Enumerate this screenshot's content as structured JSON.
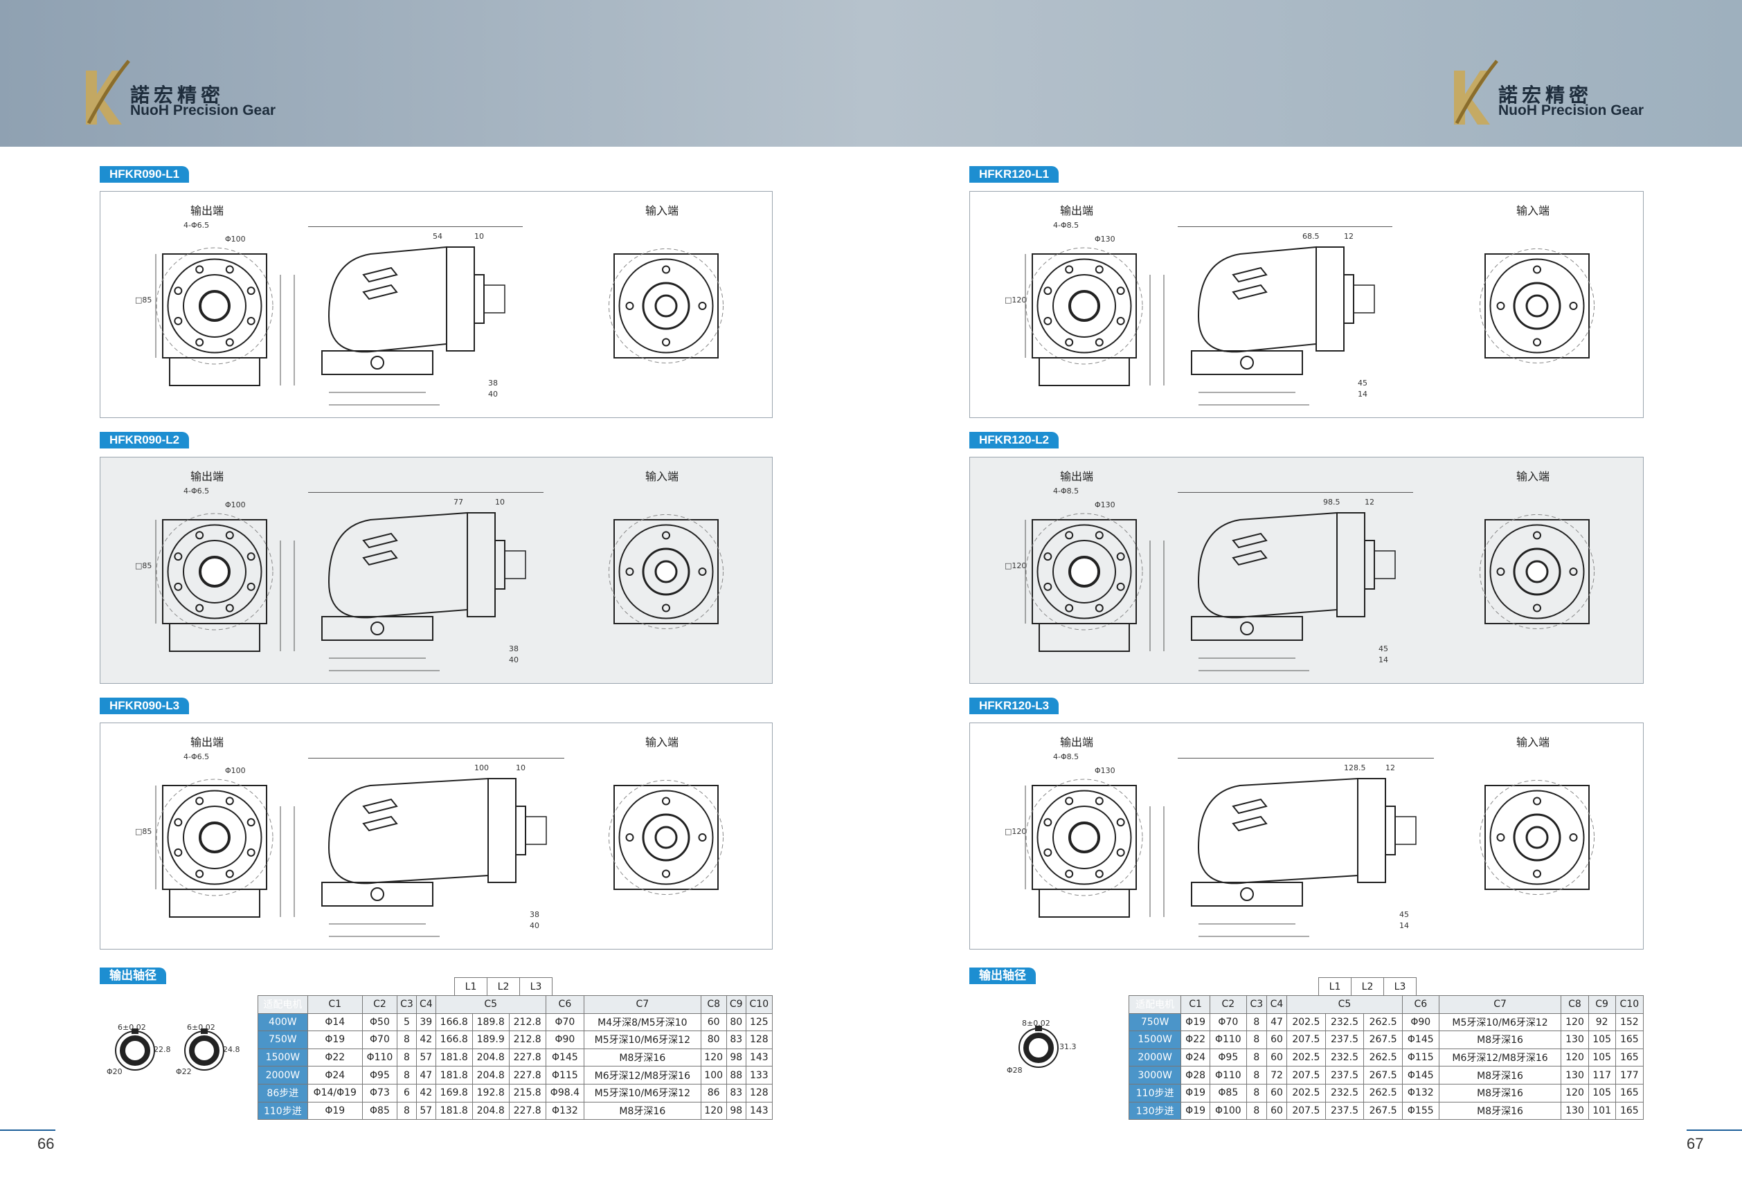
{
  "brand": {
    "name_cn": "諾宏精密",
    "name_en": "NuoH Precision Gear"
  },
  "colors": {
    "header_band": "#a9b6c2",
    "tag_blue": "#1d8ed1",
    "motor_cell": "#4b95c9"
  },
  "left_page": {
    "page_number": "66",
    "sections": [
      {
        "tag": "HFKR090-L1",
        "out_label": "输出端",
        "in_label": "输入端",
        "dims": {
          "holes": "4-Φ6.5",
          "pcd": "Φ100",
          "square": "□85",
          "len2": "54",
          "len3": "10",
          "len_a": "38",
          "len_b": "40"
        }
      },
      {
        "tag": "HFKR090-L2",
        "out_label": "输出端",
        "in_label": "输入端",
        "dims": {
          "holes": "4-Φ6.5",
          "pcd": "Φ100",
          "square": "□85",
          "len2": "77",
          "len3": "10",
          "len_a": "38",
          "len_b": "40"
        }
      },
      {
        "tag": "HFKR090-L3",
        "out_label": "输出端",
        "in_label": "输入端",
        "dims": {
          "holes": "4-Φ6.5",
          "pcd": "Φ100",
          "square": "□85",
          "len2": "100",
          "len3": "10",
          "len_a": "38",
          "len_b": "40"
        }
      }
    ],
    "shaft_tag": "输出轴径",
    "shaft_dims": {
      "key_a": "6±0.02",
      "key_b": "6±0.02",
      "h_a": "22.8",
      "h_b": "24.8",
      "d_a": "Φ20",
      "d_b": "Φ22"
    },
    "l_headers": [
      "L1",
      "L2",
      "L3"
    ],
    "table": {
      "headers": [
        "适配电机",
        "C1",
        "C2",
        "C3",
        "C4",
        "C5",
        "C6",
        "C7",
        "C8",
        "C9",
        "C10"
      ],
      "rows": [
        [
          "400W",
          "Φ14",
          "Φ50",
          "5",
          "39",
          "166.8",
          "189.8",
          "212.8",
          "Φ70",
          "M4牙深8/M5牙深10",
          "60",
          "80",
          "125"
        ],
        [
          "750W",
          "Φ19",
          "Φ70",
          "8",
          "42",
          "166.8",
          "189.9",
          "212.8",
          "Φ90",
          "M5牙深10/M6牙深12",
          "80",
          "83",
          "128"
        ],
        [
          "1500W",
          "Φ22",
          "Φ110",
          "8",
          "57",
          "181.8",
          "204.8",
          "227.8",
          "Φ145",
          "M8牙深16",
          "120",
          "98",
          "143"
        ],
        [
          "2000W",
          "Φ24",
          "Φ95",
          "8",
          "47",
          "181.8",
          "204.8",
          "227.8",
          "Φ115",
          "M6牙深12/M8牙深16",
          "100",
          "88",
          "133"
        ],
        [
          "86步进",
          "Φ14/Φ19",
          "Φ73",
          "6",
          "42",
          "169.8",
          "192.8",
          "215.8",
          "Φ98.4",
          "M5牙深10/M6牙深12",
          "86",
          "83",
          "128"
        ],
        [
          "110步进",
          "Φ19",
          "Φ85",
          "8",
          "57",
          "181.8",
          "204.8",
          "227.8",
          "Φ132",
          "M8牙深16",
          "120",
          "98",
          "143"
        ]
      ]
    }
  },
  "right_page": {
    "page_number": "67",
    "sections": [
      {
        "tag": "HFKR120-L1",
        "out_label": "输出端",
        "in_label": "输入端",
        "dims": {
          "holes": "4-Φ8.5",
          "pcd": "Φ130",
          "square": "□120",
          "len2": "68.5",
          "len3": "12",
          "len_a": "45",
          "len_b": "14"
        }
      },
      {
        "tag": "HFKR120-L2",
        "out_label": "输出端",
        "in_label": "输入端",
        "dims": {
          "holes": "4-Φ8.5",
          "pcd": "Φ130",
          "square": "□120",
          "len2": "98.5",
          "len3": "12",
          "len_a": "45",
          "len_b": "14"
        }
      },
      {
        "tag": "HFKR120-L3",
        "out_label": "输出端",
        "in_label": "输入端",
        "dims": {
          "holes": "4-Φ8.5",
          "pcd": "Φ130",
          "square": "□120",
          "len2": "128.5",
          "len3": "12",
          "len_a": "45",
          "len_b": "14"
        }
      }
    ],
    "shaft_tag": "输出轴径",
    "shaft_dims": {
      "key_a": "8±0.02",
      "h_a": "31.3",
      "d_a": "Φ28"
    },
    "l_headers": [
      "L1",
      "L2",
      "L3"
    ],
    "table": {
      "headers": [
        "适配电机",
        "C1",
        "C2",
        "C3",
        "C4",
        "C5",
        "C6",
        "C7",
        "C8",
        "C9",
        "C10"
      ],
      "rows": [
        [
          "750W",
          "Φ19",
          "Φ70",
          "8",
          "47",
          "202.5",
          "232.5",
          "262.5",
          "Φ90",
          "M5牙深10/M6牙深12",
          "120",
          "92",
          "152"
        ],
        [
          "1500W",
          "Φ22",
          "Φ110",
          "8",
          "60",
          "207.5",
          "237.5",
          "267.5",
          "Φ145",
          "M8牙深16",
          "130",
          "105",
          "165"
        ],
        [
          "2000W",
          "Φ24",
          "Φ95",
          "8",
          "60",
          "202.5",
          "232.5",
          "262.5",
          "Φ115",
          "M6牙深12/M8牙深16",
          "120",
          "105",
          "165"
        ],
        [
          "3000W",
          "Φ28",
          "Φ110",
          "8",
          "72",
          "207.5",
          "237.5",
          "267.5",
          "Φ145",
          "M8牙深16",
          "130",
          "117",
          "177"
        ],
        [
          "110步进",
          "Φ19",
          "Φ85",
          "8",
          "60",
          "202.5",
          "232.5",
          "262.5",
          "Φ132",
          "M8牙深16",
          "120",
          "105",
          "165"
        ],
        [
          "130步进",
          "Φ19",
          "Φ100",
          "8",
          "60",
          "207.5",
          "237.5",
          "267.5",
          "Φ155",
          "M8牙深16",
          "130",
          "101",
          "165"
        ]
      ]
    }
  }
}
